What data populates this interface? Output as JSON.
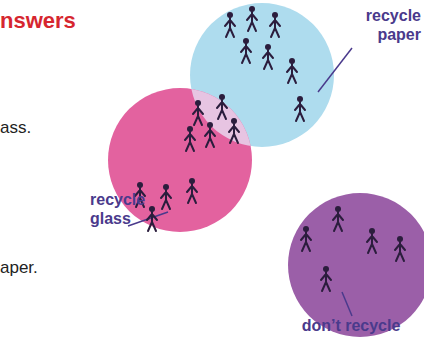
{
  "diagram": {
    "nodes": [
      {
        "text": [
          "recycle paper"
        ]
      },
      {
        "text": [
          "recycle glass"
        ]
      },
      {
        "text": [
          "don’t recycle"
        ]
      }
    ],
    "labels": [
      "nswers",
      "ass.",
      "aper."
    ]
  }
}
